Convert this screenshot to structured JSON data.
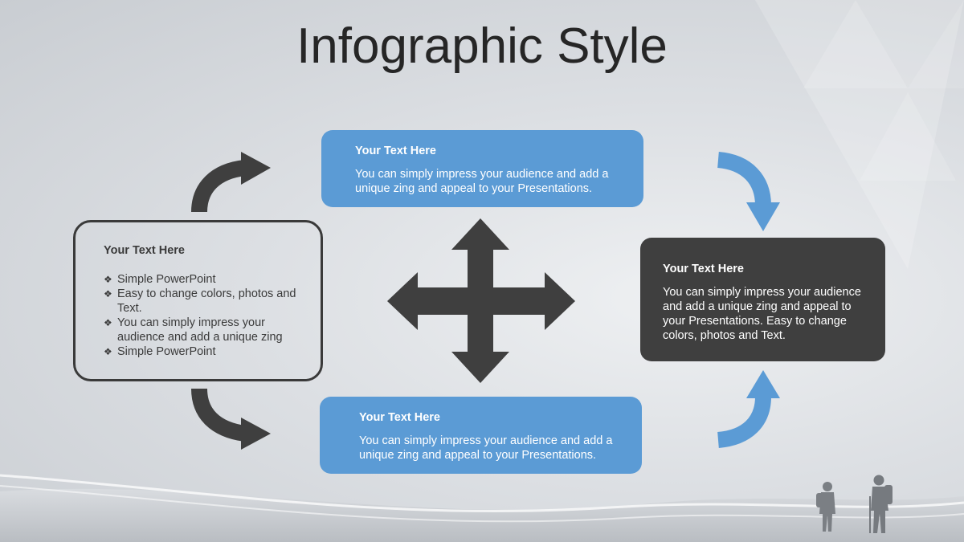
{
  "title": "Infographic Style",
  "boxes": {
    "top": {
      "heading": "Your Text Here",
      "body": "You can simply impress your audience and add a unique zing and appeal to your Presentations."
    },
    "bottom": {
      "heading": "Your Text Here",
      "body": "You can simply impress your audience and add a unique zing and appeal to your Presentations."
    },
    "right": {
      "heading": "Your Text Here",
      "body": "You can simply impress your audience and add a unique zing and appeal to your Presentations. Easy to change colors, photos and Text."
    },
    "left": {
      "heading": "Your Text Here",
      "bullets": [
        "Simple PowerPoint",
        "Easy to change colors, photos and Text.",
        "You can simply impress your audience and add a unique zing",
        "Simple PowerPoint"
      ]
    }
  },
  "colors": {
    "blue": "#5b9bd5",
    "dark": "#3f3f3f",
    "text": "#262626"
  },
  "icons": {
    "bullet": "❖"
  }
}
